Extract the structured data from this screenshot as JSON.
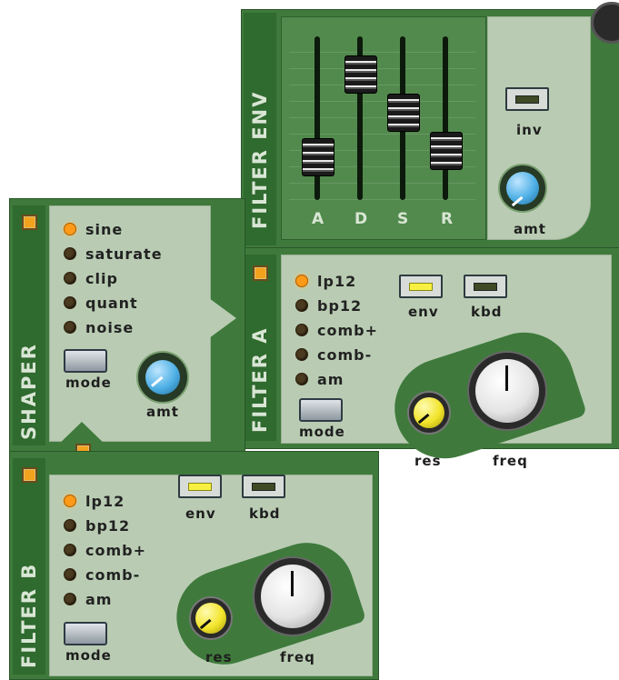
{
  "filter_env": {
    "title": "FILTER ENV",
    "faders": [
      {
        "letter": "A",
        "level": 0.2
      },
      {
        "letter": "D",
        "level": 0.85
      },
      {
        "letter": "S",
        "level": 0.55
      },
      {
        "letter": "R",
        "level": 0.25
      }
    ],
    "inv_label": "inv",
    "amt_label": "amt"
  },
  "shaper": {
    "title": "SHAPER",
    "modes": [
      "sine",
      "saturate",
      "clip",
      "quant",
      "noise"
    ],
    "selected_mode": "sine",
    "mode_label": "mode",
    "amt_label": "amt"
  },
  "filter_a": {
    "title": "FILTER A",
    "modes": [
      "lp12",
      "bp12",
      "comb+",
      "comb-",
      "am"
    ],
    "selected_mode": "lp12",
    "env_label": "env",
    "kbd_label": "kbd",
    "mode_label": "mode",
    "res_label": "res",
    "freq_label": "freq"
  },
  "filter_b": {
    "title": "FILTER B",
    "modes": [
      "lp12",
      "bp12",
      "comb+",
      "comb-",
      "am"
    ],
    "selected_mode": "lp12",
    "env_label": "env",
    "kbd_label": "kbd",
    "mode_label": "mode",
    "res_label": "res",
    "freq_label": "freq"
  },
  "colors": {
    "led_on": "#ff9a18",
    "knob_blue": "#4fb0e6",
    "knob_yellow": "#f2e42a",
    "knob_white": "#e4e4e4"
  }
}
